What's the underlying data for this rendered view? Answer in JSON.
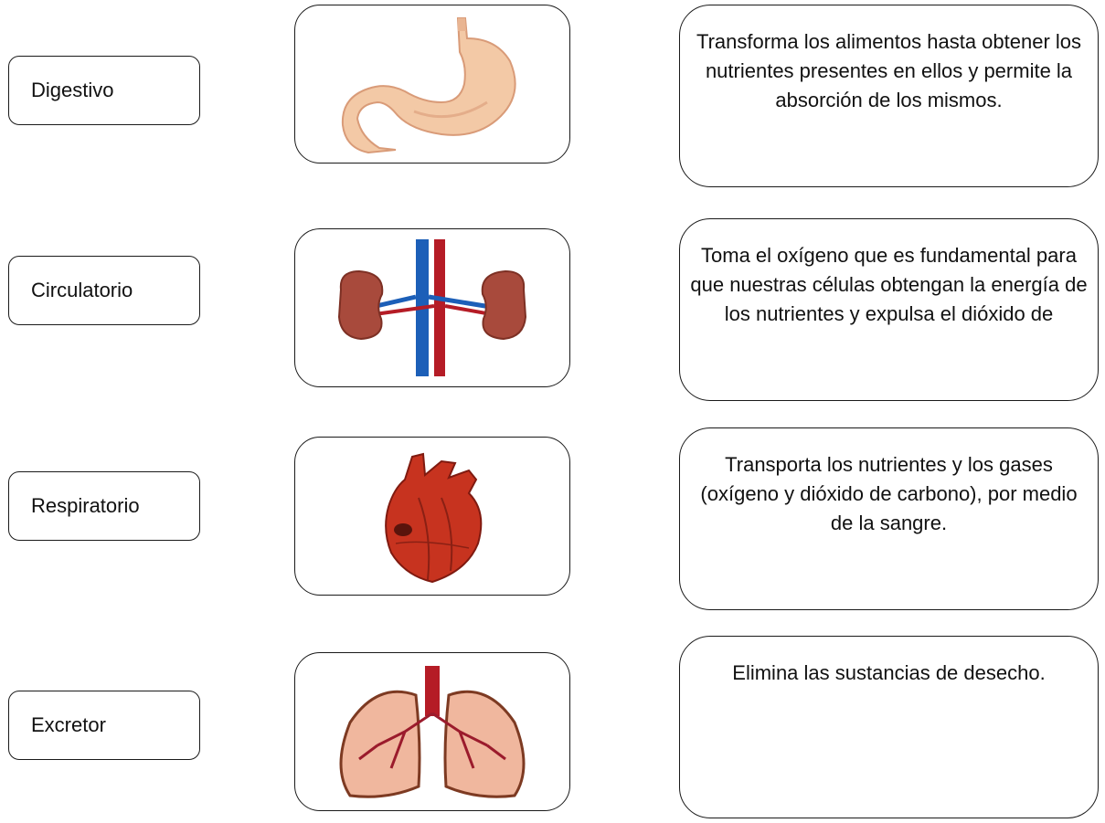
{
  "systems": [
    {
      "label": "Digestivo",
      "image": "stomach-icon"
    },
    {
      "label": "Circulatorio",
      "image": "kidneys-icon"
    },
    {
      "label": "Respiratorio",
      "image": "heart-icon"
    },
    {
      "label": "Excretor",
      "image": "lungs-icon"
    }
  ],
  "descriptions": [
    {
      "text": "Transforma los alimentos hasta obtener los nutrientes presentes en ellos y permite la absorción de los mismos."
    },
    {
      "text": "Toma el oxígeno que es fundamental para que nuestras células obtengan la energía de los nutrientes y expulsa el dióxido de"
    },
    {
      "text": "Transporta los nutrientes y los gases (oxígeno y dióxido de carbono), por medio de la sangre."
    },
    {
      "text": "Elimina las sustancias de desecho."
    }
  ],
  "colors": {
    "stomach": "#f3c9a6",
    "kidney": "#a84a3c",
    "vein": "#1c5fb8",
    "artery": "#b51c26",
    "heart": "#c7331f",
    "lung_fill": "#f0b79e",
    "lung_branch": "#9b1b2c"
  }
}
